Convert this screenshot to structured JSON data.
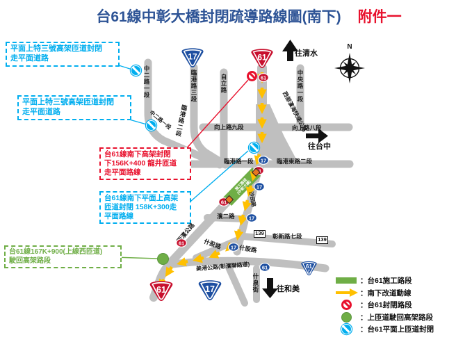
{
  "title": {
    "main": "台61線中彰大橋封閉疏導路線圖(南下)",
    "tag": "附件一"
  },
  "colors": {
    "cyan": "#00AEEF",
    "red": "#E8112D",
    "green": "#6FAE46",
    "road_gray": "#BFBFBF",
    "arrow_yellow": "#FFC000",
    "title_blue": "#2E5496",
    "shield_red": "#C8102E",
    "shield_blue": "#1D4FA1"
  },
  "callouts": {
    "c1": {
      "line1": "平面上特三號高架匝道封閉",
      "line2": "走平面道路"
    },
    "c2": {
      "line1": "平面上特三號高架匝道封閉",
      "line2": "走平面道路"
    },
    "c3": {
      "line1": "台61線南下高架封閉",
      "line2": "下156K+400 龍井匝道",
      "line3": "走平面路線"
    },
    "c4": {
      "line1": "台61線南下平面上高架",
      "line2": "匝道封閉 158K+300走",
      "line3": "平面路線"
    },
    "c5": {
      "line1": "台61線167K+900(上線西匝道)",
      "line2": "駛回高架路段"
    }
  },
  "legend": {
    "construction": "：台61施工路段",
    "detour": "：南下改道動線",
    "closed": "：台61封閉路段",
    "return_ramp": "：上匝道駛回高架路段",
    "surface_ramp_closed": "：台61平面上匝道封閉"
  },
  "compass": {
    "north": "N"
  },
  "directions": {
    "qingshui": "往清水",
    "taichung": "往台中",
    "hemei": "往和美"
  },
  "roads": {
    "zhong_er": "中二路一段",
    "lingang_3": "臨港路三段",
    "lingang_2": "臨港路二段",
    "zili": "自立路",
    "west_coast_expwy": "西部濱海快速公路",
    "zhongyang": "中央路一段",
    "xiangshang_9": "向上路九段",
    "xiangshang_8": "向上路八段",
    "lingang_1": "臨港路一段",
    "lingang_east_2": "臨港東路二段",
    "shatian": "沙田路",
    "bin_er": "濱二路",
    "zhangxin_7": "彰新路七段",
    "shigu": "什股路",
    "meigang": "美港公路(彰濱聯絡道)",
    "shiquan": "什泉街",
    "xibin": "西濱公路"
  },
  "construction_bar": {
    "line1": "施工路段",
    "line2": "(中彰大橋)"
  },
  "shields": {
    "n61": "61",
    "n17": "17",
    "n139": "139",
    "suffix_yi": "乙"
  }
}
